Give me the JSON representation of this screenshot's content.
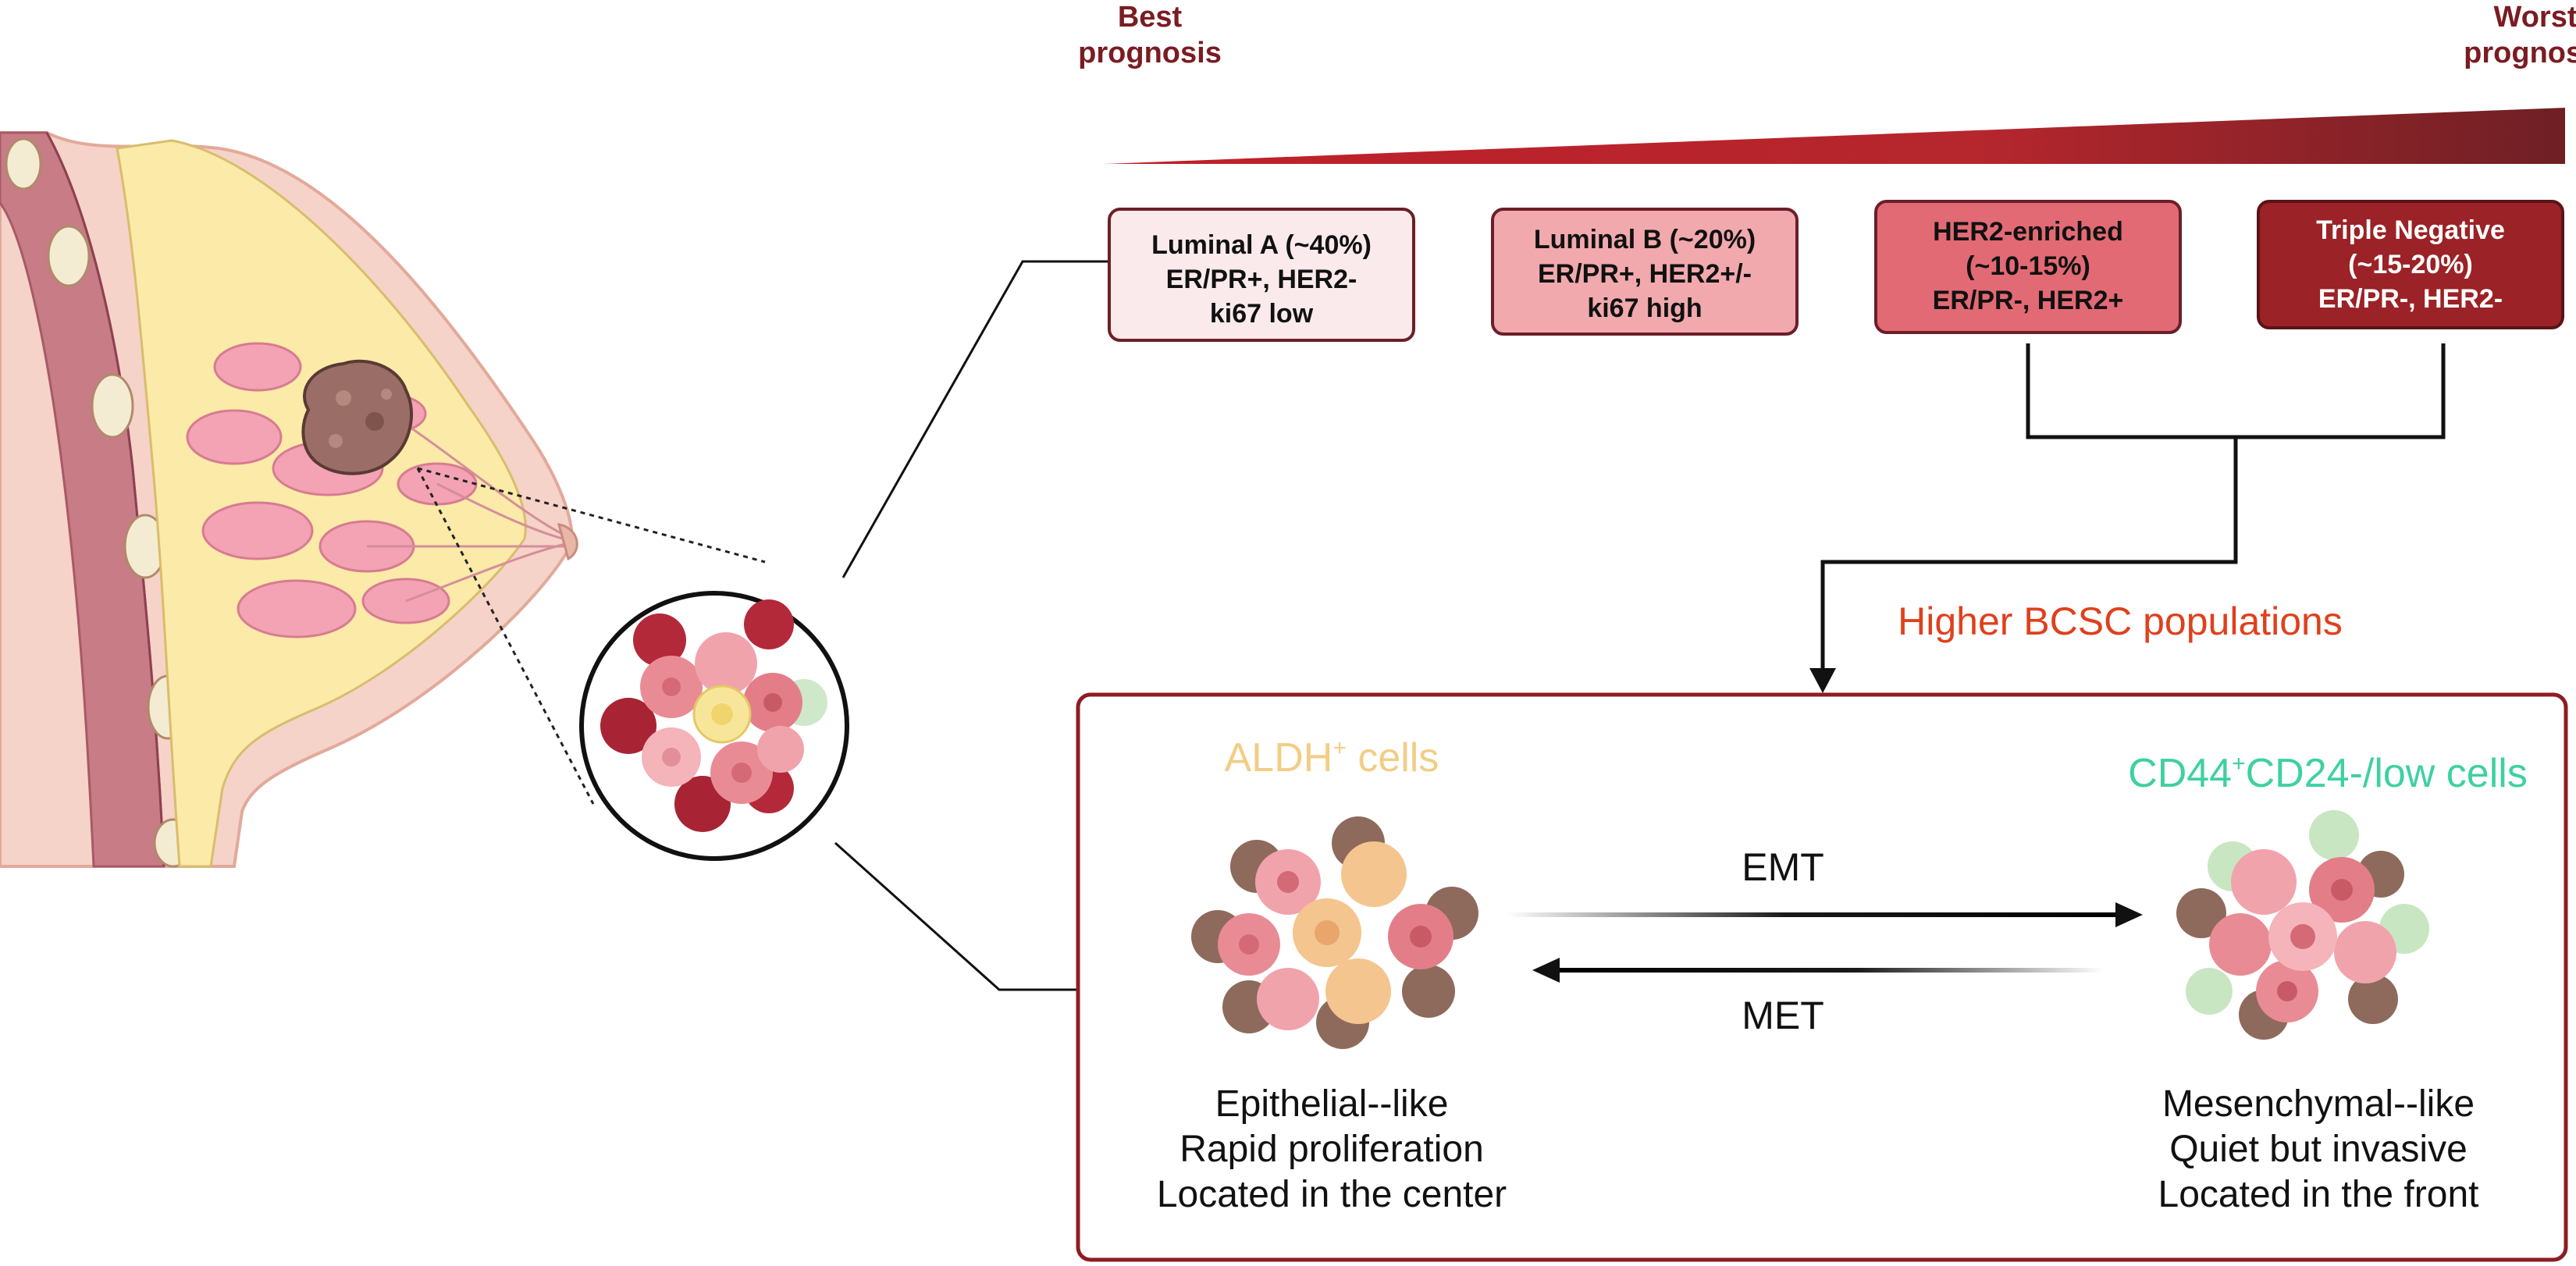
{
  "prognosis": {
    "best_line1": "Best",
    "best_line2": "prognosis",
    "worst_line1": "Worst",
    "worst_line2": "prognosis"
  },
  "subtypes": [
    {
      "lines": [
        "Luminal A (~40%)",
        "ER/PR+, HER2-",
        "ki67 low"
      ],
      "fill": "#fbeaec",
      "stroke": "#6b1f28"
    },
    {
      "lines": [
        "Luminal B (~20%)",
        "ER/PR+, HER2+/-",
        "ki67 high"
      ],
      "fill": "#f1a9ad",
      "stroke": "#6b1f28"
    },
    {
      "lines": [
        "HER2-enriched",
        "(~10-15%)",
        "ER/PR-, HER2+"
      ],
      "fill": "#e26a74",
      "stroke": "#6b1f28"
    },
    {
      "lines": [
        "Triple Negative",
        "(~15-20%)",
        "ER/PR-, HER2-"
      ],
      "fill": "#9b2226",
      "stroke": "#5a1418",
      "text_color": "#ffffff"
    }
  ],
  "bcsc_label": "Higher BCSC populations",
  "aldh": {
    "prefix": "ALDH",
    "sup": "+",
    "suffix": " cells"
  },
  "cd44": {
    "prefix": "CD44",
    "sup": "+",
    "suffix": "CD24-/low cells"
  },
  "emt_label": "EMT",
  "met_label": "MET",
  "epithelial": [
    "Epithelial--like",
    "Rapid proliferation",
    "Located in the center"
  ],
  "mesenchymal": [
    "Mesenchymal--like",
    "Quiet but invasive",
    "Located in the front"
  ],
  "colors": {
    "dark_red": "#7a1c22",
    "accent_orange": "#e0401c",
    "aldh_yellow": "#f2cd85",
    "cd44_teal": "#3fd0a2",
    "frame_red": "#8e1c22"
  }
}
